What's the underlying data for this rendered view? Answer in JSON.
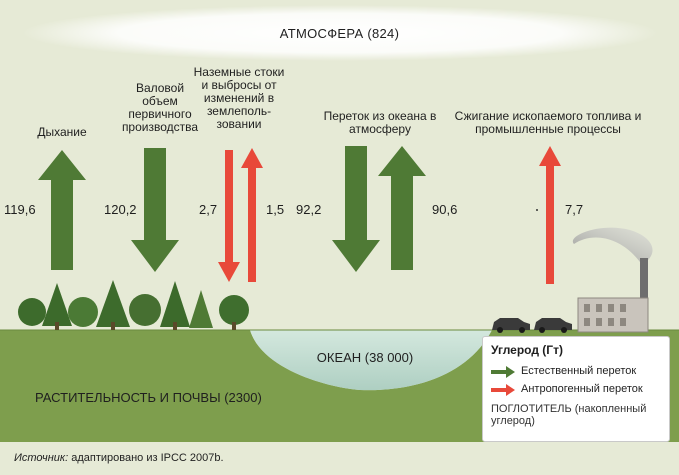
{
  "atmosphere": "АТМОСФЕРА (824)",
  "flows": {
    "respiration": {
      "label": "Дыхание",
      "value": "119,6"
    },
    "gpp": {
      "label": "Валовой объем первичного производства",
      "value": "120,2"
    },
    "land_use_down": {
      "label": "Наземные стоки и выбросы от изменений в землеполь- зовании",
      "value": "2,7"
    },
    "land_use_up": {
      "value": "1,5"
    },
    "ocean_in": {
      "label": "Переток из океана в атмосферу",
      "value": "92,2"
    },
    "ocean_out": {
      "value": "90,6"
    },
    "fossil": {
      "label": "Сжигание ископаемого топлива и промышленные процессы",
      "value": "7,7"
    }
  },
  "ocean": "ОКЕАН (38 000)",
  "vegetation": "РАСТИТЕЛЬНОСТЬ И ПОЧВЫ (2300)",
  "legend": {
    "title": "Углерод (Гт)",
    "natural": "Естественный переток",
    "anthropogenic": "Антропогенный переток",
    "sink": "ПОГЛОТИТЕЛЬ (накопленный углерод)"
  },
  "source": {
    "prefix": "Источник:",
    "text": " адаптировано из IPCC 2007b."
  },
  "colors": {
    "natural": "#4f7a35",
    "anthropogenic": "#e8493a",
    "land": "#7e9e4d",
    "ocean": "#c2ddd2",
    "atmosphere": "#ffffff"
  }
}
